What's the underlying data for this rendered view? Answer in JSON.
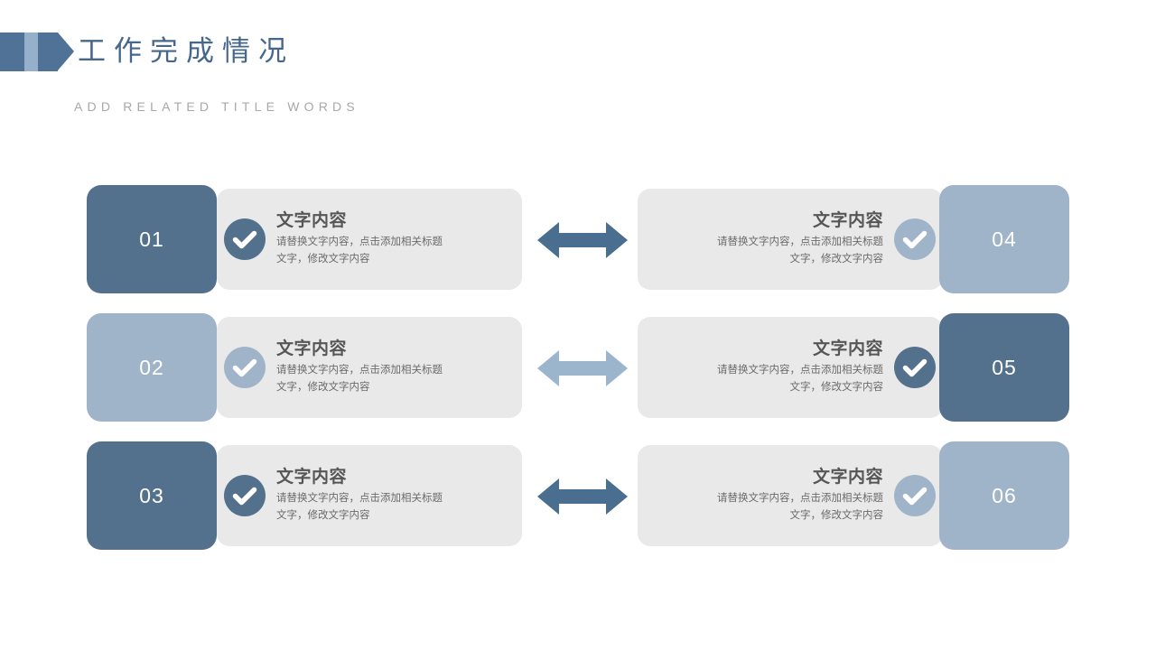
{
  "header": {
    "title": "工作完成情况",
    "subtitle": "ADD RELATED TITLE WORDS",
    "badge_icon": "arrow-badge-icon",
    "title_color": "#45678c",
    "subtitle_color": "#a8a8a8"
  },
  "colors": {
    "dark_blue": "#53718c",
    "light_blue": "#9fb4c9",
    "arrow_dark": "#4a6e90",
    "arrow_light": "#9bb5cd",
    "card_bg": "#e9e9e9",
    "title_text": "#565656",
    "desc_text": "#6b6b6b"
  },
  "rows": [
    {
      "arrow_icon": "double-arrow-icon",
      "arrow_tone": "dark",
      "left": {
        "number": "01",
        "badge_tone": "dark",
        "check_icon": "check-circle-icon",
        "title": "文字内容",
        "desc_line1": "请替换文字内容，点击添加相关标题",
        "desc_line2": "文字，修改文字内容"
      },
      "right": {
        "number": "04",
        "badge_tone": "light",
        "check_icon": "check-circle-icon",
        "title": "文字内容",
        "desc_line1": "请替换文字内容，点击添加相关标题",
        "desc_line2": "文字，修改文字内容"
      }
    },
    {
      "arrow_icon": "double-arrow-icon",
      "arrow_tone": "light",
      "left": {
        "number": "02",
        "badge_tone": "light",
        "check_icon": "check-circle-icon",
        "title": "文字内容",
        "desc_line1": "请替换文字内容，点击添加相关标题",
        "desc_line2": "文字，修改文字内容"
      },
      "right": {
        "number": "05",
        "badge_tone": "dark",
        "check_icon": "check-circle-icon",
        "title": "文字内容",
        "desc_line1": "请替换文字内容，点击添加相关标题",
        "desc_line2": "文字，修改文字内容"
      }
    },
    {
      "arrow_icon": "double-arrow-icon",
      "arrow_tone": "dark",
      "left": {
        "number": "03",
        "badge_tone": "dark",
        "check_icon": "check-circle-icon",
        "title": "文字内容",
        "desc_line1": "请替换文字内容，点击添加相关标题",
        "desc_line2": "文字，修改文字内容"
      },
      "right": {
        "number": "06",
        "badge_tone": "light",
        "check_icon": "check-circle-icon",
        "title": "文字内容",
        "desc_line1": "请替换文字内容，点击添加相关标题",
        "desc_line2": "文字，修改文字内容"
      }
    }
  ]
}
